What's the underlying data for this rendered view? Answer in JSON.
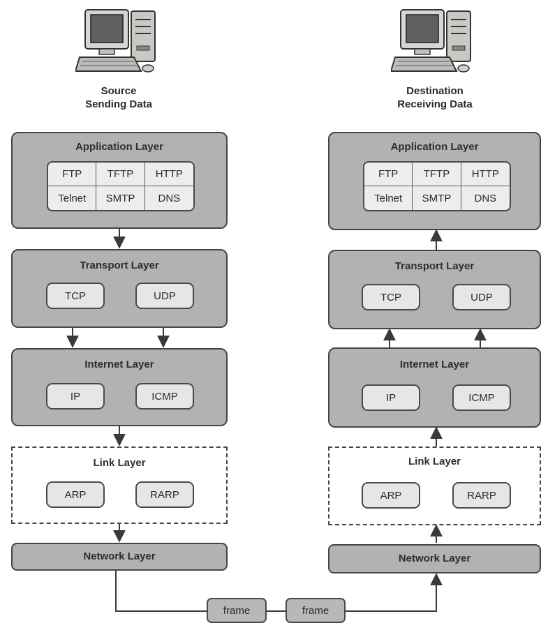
{
  "source": {
    "caption_line1": "Source",
    "caption_line2": "Sending Data",
    "application": {
      "title": "Application Layer",
      "protocols": [
        "FTP",
        "TFTP",
        "HTTP",
        "Telnet",
        "SMTP",
        "DNS"
      ]
    },
    "transport": {
      "title": "Transport Layer",
      "protocols": [
        "TCP",
        "UDP"
      ]
    },
    "internet": {
      "title": "Internet Layer",
      "protocols": [
        "IP",
        "ICMP"
      ]
    },
    "link": {
      "title": "Link Layer",
      "protocols": [
        "ARP",
        "RARP"
      ]
    },
    "network": {
      "title": "Network Layer"
    }
  },
  "destination": {
    "caption_line1": "Destination",
    "caption_line2": "Receiving Data",
    "application": {
      "title": "Application Layer",
      "protocols": [
        "FTP",
        "TFTP",
        "HTTP",
        "Telnet",
        "SMTP",
        "DNS"
      ]
    },
    "transport": {
      "title": "Transport Layer",
      "protocols": [
        "TCP",
        "UDP"
      ]
    },
    "internet": {
      "title": "Internet Layer",
      "protocols": [
        "IP",
        "ICMP"
      ]
    },
    "link": {
      "title": "Link Layer",
      "protocols": [
        "ARP",
        "RARP"
      ]
    },
    "network": {
      "title": "Network Layer"
    }
  },
  "frames": [
    "frame",
    "frame"
  ],
  "icons": {
    "source_computer": "desktop-computer-icon",
    "destination_computer": "desktop-computer-icon"
  }
}
